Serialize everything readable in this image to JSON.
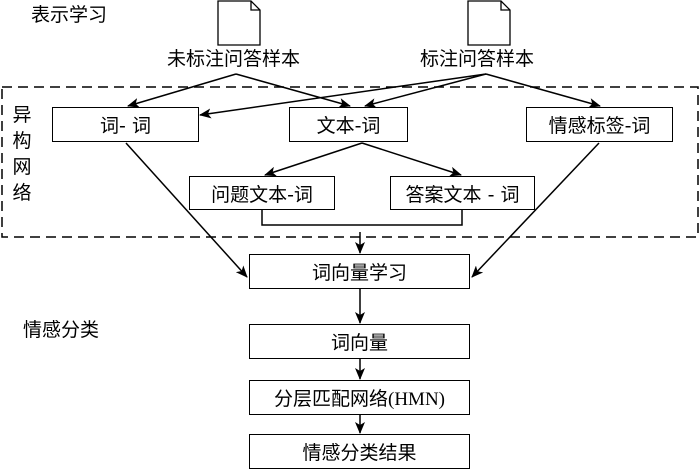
{
  "sections": {
    "representation": "表示学习",
    "heterogeneous_network": "异构网络",
    "classification": "情感分类"
  },
  "sources": {
    "unlabeled": "未标注问答样本",
    "labeled": "标注问答样本"
  },
  "nodes": {
    "word_word": "词- 词",
    "text_word": "文本-词",
    "sentiment_label_word": "情感标签-词",
    "question_text_word": "问题文本-词",
    "answer_text_word": "答案文本 - 词",
    "word_vector_learning": "词向量学习",
    "word_vector": "词向量",
    "hmn": "分层匹配网络(HMN)",
    "result": "情感分类结果"
  }
}
